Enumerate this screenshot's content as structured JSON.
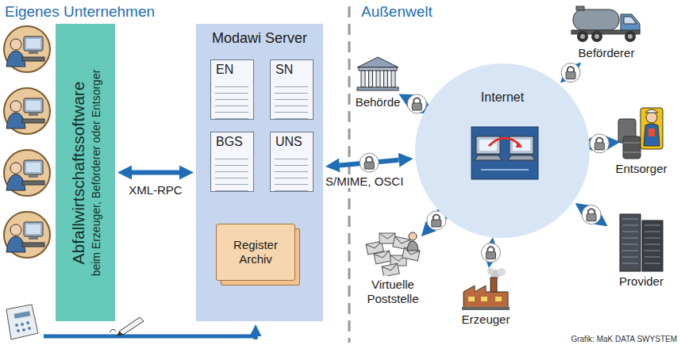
{
  "diagram": {
    "caption": "Grafik: MaK DATA SWYSTEM",
    "nodes": [
      {
        "text": [
          "Abfallwirtschaftssoftware",
          "beim Erzeuger, Beförderer oder Entsorger"
        ]
      },
      {
        "text": [
          "Modawi Server"
        ]
      },
      {
        "text": [
          "EN"
        ],
        "in": 1
      },
      {
        "text": [
          "SN"
        ],
        "in": 1
      },
      {
        "text": [
          "BGS"
        ],
        "in": 1
      },
      {
        "text": [
          "UNS"
        ],
        "in": 1
      },
      {
        "text": [
          "Register Archiv"
        ],
        "in": 1
      },
      {
        "text": [
          "Behörde"
        ]
      },
      {
        "text": [
          "Internet"
        ]
      },
      {
        "text": [
          "Beförderer"
        ]
      },
      {
        "text": [
          "Entsorger"
        ]
      },
      {
        "text": [
          "Virtuelle Poststelle"
        ]
      },
      {
        "text": [
          "Erzeuger"
        ]
      },
      {
        "text": [
          "Provider"
        ]
      }
    ],
    "edges": [
      {
        "from": 0,
        "to": 1,
        "label": "XML-RPC",
        "arrow": "both"
      },
      {
        "from": 1,
        "to": 8,
        "label": "S/MIME, OSCI",
        "arrow": "both"
      },
      {
        "from": 8,
        "to": 7,
        "arrow": "both"
      },
      {
        "from": 8,
        "to": 9,
        "arrow": "both"
      },
      {
        "from": 8,
        "to": 10,
        "arrow": "both"
      },
      {
        "from": 8,
        "to": 11,
        "arrow": "both"
      },
      {
        "from": 8,
        "to": 12,
        "arrow": "both"
      },
      {
        "from": 8,
        "to": 13,
        "arrow": "both"
      }
    ],
    "labels": [
      "Eigenes Unternehmen",
      "Außenwelt"
    ]
  }
}
